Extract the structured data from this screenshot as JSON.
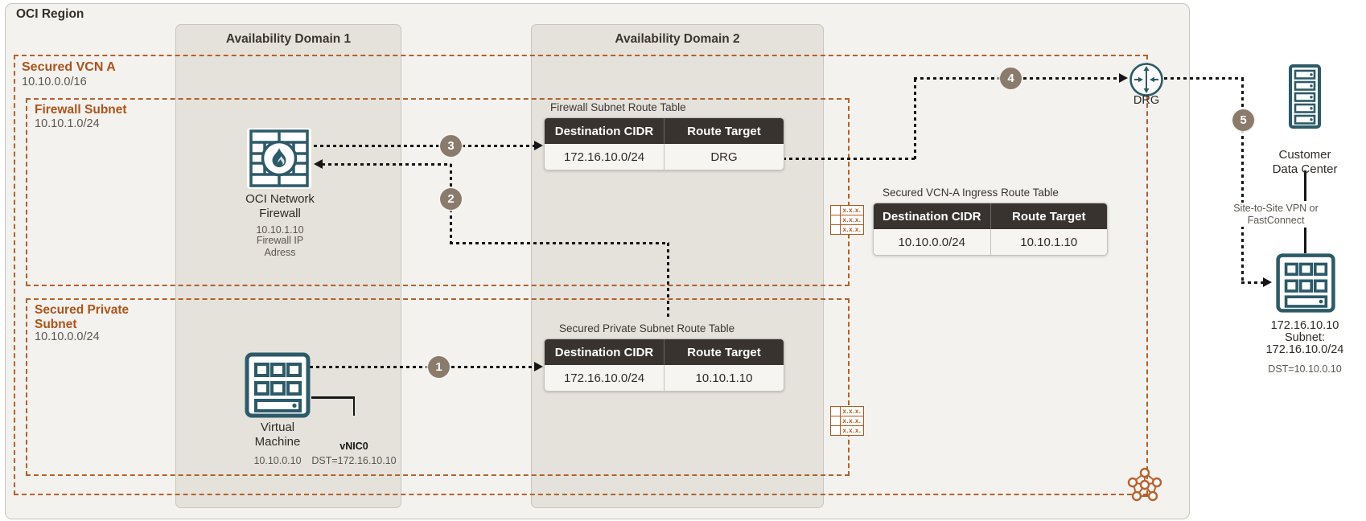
{
  "title": "OCI Region",
  "availability_domains": [
    {
      "label": "Availability Domain 1"
    },
    {
      "label": "Availability Domain 2"
    }
  ],
  "vcn": {
    "label": "Secured VCN A",
    "cidr": "10.10.0.0/16"
  },
  "firewall_subnet": {
    "label": "Firewall Subnet",
    "cidr": "10.10.1.0/24"
  },
  "private_subnet": {
    "label": "Secured Private Subnet",
    "cidr": "10.10.0.0/24"
  },
  "firewall": {
    "label": "OCI Network Firewall",
    "ip": "10.10.1.10",
    "ip_caption": "Firewall IP Adress"
  },
  "vm": {
    "label": "Virtual Machine",
    "ip": "10.10.0.10",
    "vnic_label": "vNIC0",
    "dst": "DST=172.16.10.10"
  },
  "route_tables": {
    "firewall": {
      "title": "Firewall Subnet Route Table",
      "headers": [
        "Destination CIDR",
        "Route Target"
      ],
      "rows": [
        [
          "172.16.10.0/24",
          "DRG"
        ]
      ]
    },
    "ingress": {
      "title": "Secured VCN-A Ingress Route Table",
      "headers": [
        "Destination CIDR",
        "Route Target"
      ],
      "rows": [
        [
          "10.10.0.0/24",
          "10.10.1.10"
        ]
      ]
    },
    "private": {
      "title": "Secured Private Subnet Route Table",
      "headers": [
        "Destination CIDR",
        "Route Target"
      ],
      "rows": [
        [
          "172.16.10.0/24",
          "10.10.1.10"
        ]
      ]
    }
  },
  "drg": {
    "label": "DRG"
  },
  "customer_dc": {
    "label": "Customer Data Center",
    "link_label": "Site-to-Site VPN or FastConnect"
  },
  "remote_host": {
    "ip": "172.16.10.10",
    "subnet_caption": "Subnet:",
    "subnet_cidr": "172.16.10.0/24",
    "dst": "DST=10.10.0.10"
  },
  "steps": [
    "1",
    "2",
    "3",
    "4",
    "5"
  ],
  "route_table_icon_text": "x.x.x.",
  "colors": {
    "accent_orange": "#b2602c",
    "icon_teal": "#2c5a68",
    "badge_brown": "#8a7b6c",
    "table_header": "#38332f",
    "region_fill": "#f4f2ee",
    "ad_fill": "#e5e2dc"
  }
}
